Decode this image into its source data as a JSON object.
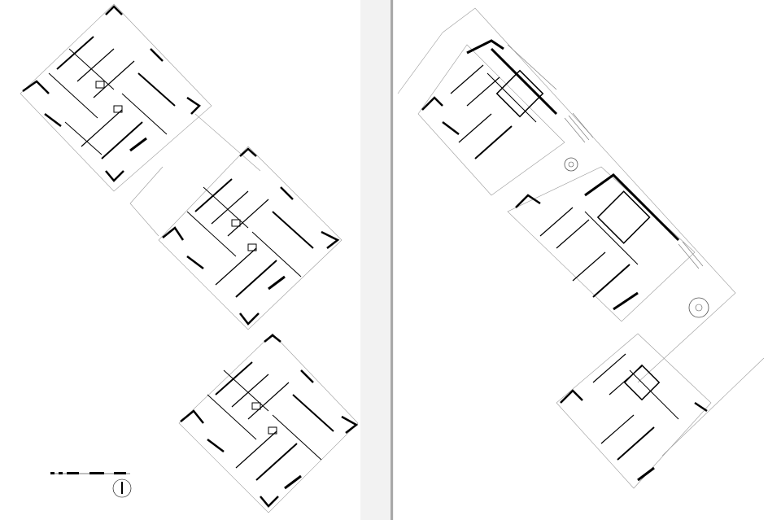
{
  "drawing": {
    "type": "architectural-floor-plans",
    "sheet_count": 2,
    "left_sheet": {
      "name": "floor-plan-upper-level",
      "building_blocks": 3
    },
    "right_sheet": {
      "name": "floor-plan-ground-level",
      "building_blocks": 3
    },
    "scale_bar_label": "",
    "north_arrow_label": ""
  },
  "colors": {
    "background": "#f2f2f2",
    "sheet": "#ffffff",
    "ink": "#000000",
    "thin_line": "#9a9a9a",
    "divider": "#a8a8a8"
  }
}
